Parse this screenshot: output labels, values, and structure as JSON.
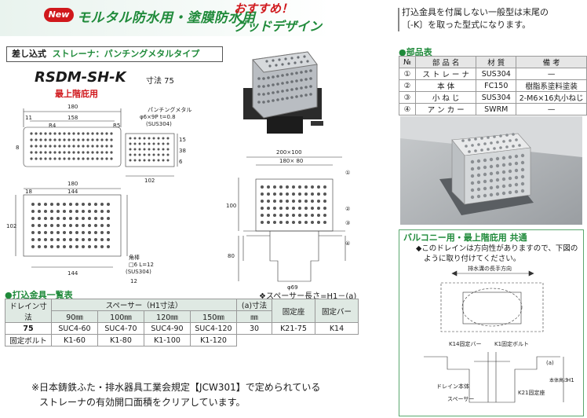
{
  "header": {
    "badge": "New",
    "title": "モルタル防水用・塗膜防水用",
    "osusume": "おすすめ！",
    "good_design": "グッドデザイン",
    "note_line1": "打込金具を付属しない一般型は末尾の",
    "note_line2": "〔-K〕を取った型式になります。"
  },
  "product": {
    "type_prefix": "差し込式",
    "type_suffix": "ストレーナ：パンチングメタルタイプ",
    "model": "RSDM-SH-K",
    "size_label": "寸法 75",
    "usage": "最上階庇用"
  },
  "drawings": {
    "dim_180": "180",
    "dim_158": "158",
    "dim_11": "11",
    "dim_r4": "R4",
    "dim_r5": "R5",
    "dim_144": "144",
    "dim_18": "18",
    "dim_102": "102",
    "dim_12": "12",
    "dim_15": "15",
    "dim_38": "38",
    "dim_6": "6",
    "dim_8": "8",
    "punch_title": "パンチングメタル",
    "punch_spec": "φ6×9P t=0.8",
    "punch_mat": "(SUS304)",
    "kakuzai": "角棒",
    "kakuzai_spec": "□6 L=12",
    "kakuzai_mat": "(SUS304)",
    "dim_200x100": "200×100",
    "dim_180x80": "180× 80",
    "dim_100": "100",
    "dim_80": "80",
    "dim_phi69": "φ69",
    "callouts": [
      "①",
      "②",
      "③",
      "④"
    ],
    "spacer_note": "❖スペーサー長さ=H1－(a)"
  },
  "parts_table": {
    "title": "●部品表",
    "headers": [
      "№",
      "部 品 名",
      "材 質",
      "備 考"
    ],
    "rows": [
      [
        "①",
        "ス ト レ ー ナ",
        "SUS304",
        "—"
      ],
      [
        "②",
        "本 体",
        "FC150",
        "樹脂系塗料塗装"
      ],
      [
        "③",
        "小 ね じ",
        "SUS304",
        "2-M6×16丸小ねじ"
      ],
      [
        "④",
        "ア ン カ ー",
        "SWRM",
        "—"
      ]
    ]
  },
  "fitting_table": {
    "title": "●打込金具一覧表",
    "col_drain": "ドレイン寸法",
    "col_spacer": "スペーサー（H1寸法）",
    "spacer_sizes": [
      "90㎜",
      "100㎜",
      "120㎜",
      "150㎜"
    ],
    "col_a": "(a)寸法",
    "col_a_unit": "㎜",
    "col_fix": "固定座",
    "col_bar": "固定バー",
    "row1": [
      "75",
      "SUC4-60",
      "SUC4-70",
      "SUC4-90",
      "SUC4-120",
      "30",
      "K21-75",
      "K14"
    ],
    "row2": [
      "固定ボルト",
      "K1-60",
      "K1-80",
      "K1-100",
      "K1-120"
    ]
  },
  "jcw": {
    "line1": "※日本鋳鉄ふた・排水器具工業会規定【JCW301】で定められている",
    "line2": "ストレーナの有効開口面積をクリアしています。"
  },
  "balcony": {
    "title": "バルコニー用・最上階庇用 共通",
    "note1": "◆このドレインは方向性がありますので、下図の",
    "note2": "ように取り付けてください。",
    "dir_label": "排水溝の長手方向",
    "k14": "K14固定バー",
    "k1": "K1固定ボルト",
    "a_label": "(a)",
    "h1": "H1",
    "honbody": "本体高さ",
    "drain_body": "ドレイン本体",
    "k21": "K21固定座",
    "spacer": "スペーサー"
  },
  "colors": {
    "accent_green": "#1f8a3a",
    "accent_red": "#d0181c"
  }
}
